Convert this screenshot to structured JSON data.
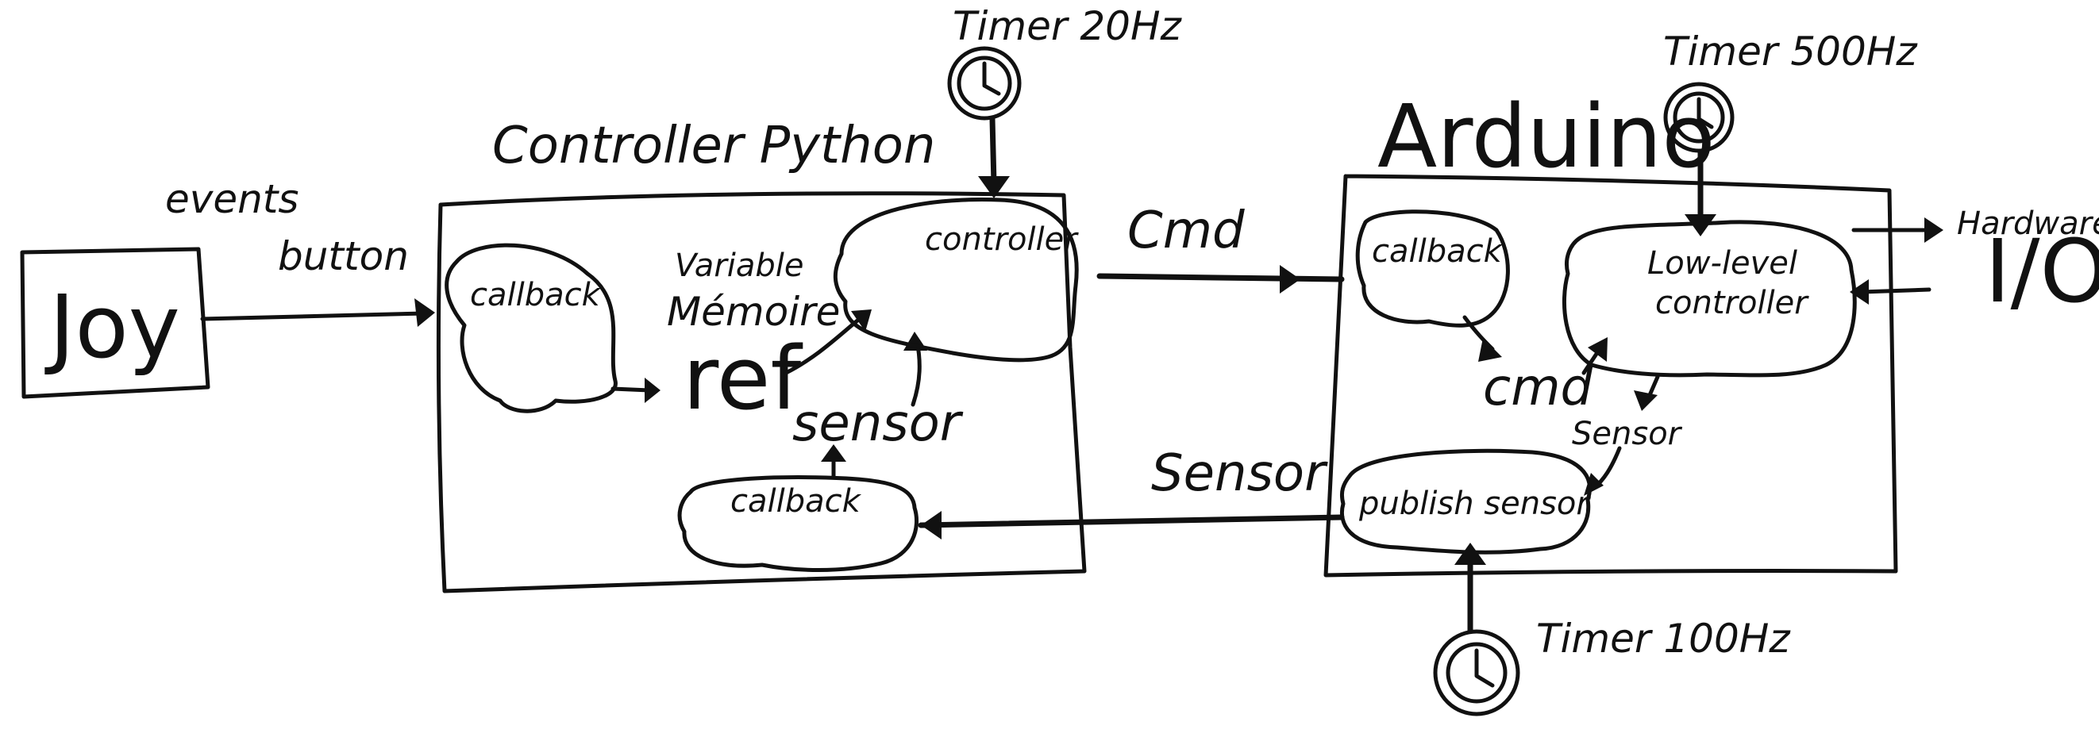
{
  "colors": {
    "ink": "#111111",
    "paper": "#ffffff"
  },
  "labels": {
    "events": "events",
    "button": "button",
    "joy": "Joy",
    "controller_python": "Controller Python",
    "variable_memoire_1": "Variable",
    "variable_memoire_2": "Mémoire",
    "ref": "ref",
    "sensor_python": "sensor",
    "callback_button": "callback",
    "callback_sensor": "callback",
    "controller": "controller",
    "timer_20": "Timer 20Hz",
    "cmd_link": "Cmd",
    "sensor_link": "Sensor",
    "arduino": "Arduino",
    "callback_arduino": "callback",
    "cmd_arduino": "cmd",
    "low_level_1": "Low-level",
    "low_level_2": "controller",
    "sensor_arduino": "Sensor",
    "publish_sensor": "publish sensor",
    "timer_500": "Timer 500Hz",
    "timer_100": "Timer 100Hz",
    "hardware_1": "Hardware",
    "hardware_2": "I/O"
  }
}
